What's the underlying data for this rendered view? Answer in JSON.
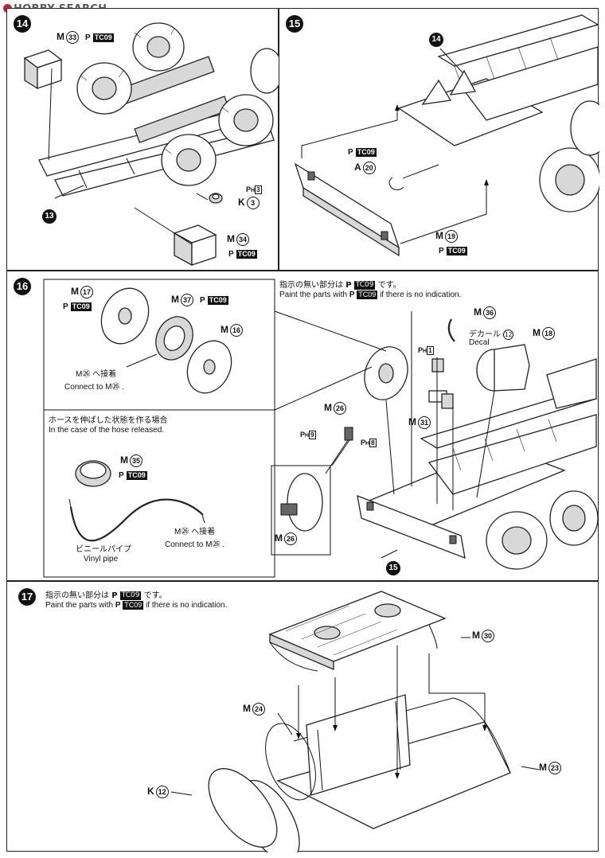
{
  "watermark": {
    "text": "HOBBY SEARCH"
  },
  "steps": {
    "s14": {
      "number": "14",
      "parts": {
        "m33": {
          "prefix": "M",
          "num": "33"
        },
        "k3": {
          "prefix": "K",
          "num": "3"
        },
        "k3_ph": {
          "p": "P",
          "h": "H",
          "box": "3"
        },
        "m34": {
          "prefix": "M",
          "num": "34"
        },
        "sub13": "13"
      },
      "paint_m33": {
        "p": "P",
        "code": "TC09"
      },
      "paint_m34": {
        "p": "P",
        "code": "TC09"
      }
    },
    "s15": {
      "number": "15",
      "parts": {
        "ref14": "14",
        "a20": {
          "prefix": "A",
          "num": "20"
        },
        "m19": {
          "prefix": "M",
          "num": "19"
        }
      },
      "paint_top": {
        "p": "P",
        "code": "TC09"
      },
      "paint_m19": {
        "p": "P",
        "code": "TC09"
      }
    },
    "s16": {
      "number": "16",
      "note_jp": "指示の無い部分は",
      "note_jp_end": "です。",
      "note_en": "Paint the parts with",
      "note_en_end": "if there is no indication.",
      "note_p": "P",
      "note_code": "TC09",
      "parts": {
        "m17": {
          "prefix": "M",
          "num": "17"
        },
        "m37": {
          "prefix": "M",
          "num": "37"
        },
        "m16": {
          "prefix": "M",
          "num": "16"
        },
        "m35": {
          "prefix": "M",
          "num": "35"
        },
        "m36": {
          "prefix": "M",
          "num": "36"
        },
        "m18": {
          "prefix": "M",
          "num": "18"
        },
        "m26a": {
          "prefix": "M",
          "num": "26"
        },
        "m31": {
          "prefix": "M",
          "num": "31"
        },
        "m26b": {
          "prefix": "M",
          "num": "26"
        },
        "ref15": "15",
        "ph1": {
          "p": "P",
          "h": "H",
          "box": "1"
        },
        "ph9": {
          "p": "P",
          "h": "H",
          "box": "9"
        },
        "ph8": {
          "p": "P",
          "h": "H",
          "box": "8"
        }
      },
      "paint_m17": {
        "p": "P",
        "code": "TC09"
      },
      "paint_m37": {
        "p": "P",
        "code": "TC09"
      },
      "paint_m35": {
        "p": "P",
        "code": "TC09"
      },
      "connect_top_jp": "M㉖ へ接着",
      "connect_top_en": "Connect to M㉖ .",
      "hose_jp": "ホースを伸ばした状態を作る場合",
      "hose_en": "In the case of the hose released.",
      "connect_bottom_jp": "M㉖ へ接着",
      "connect_bottom_en": "Connect to M㉖ .",
      "vinyl_jp": "ビニールパイプ",
      "vinyl_en": "Vinyl pipe",
      "decal_jp": "デカール",
      "decal_num": "12",
      "decal_en": "Decal"
    },
    "s17": {
      "number": "17",
      "note_jp": "指示の無い部分は",
      "note_jp_end": "です。",
      "note_en": "Paint the parts with",
      "note_en_end": "if there is no indication.",
      "note_p": "P",
      "note_code": "TC09",
      "parts": {
        "m30": {
          "prefix": "M",
          "num": "30"
        },
        "m24": {
          "prefix": "M",
          "num": "24"
        },
        "m23": {
          "prefix": "M",
          "num": "23"
        },
        "k12": {
          "prefix": "K",
          "num": "12"
        }
      }
    }
  }
}
